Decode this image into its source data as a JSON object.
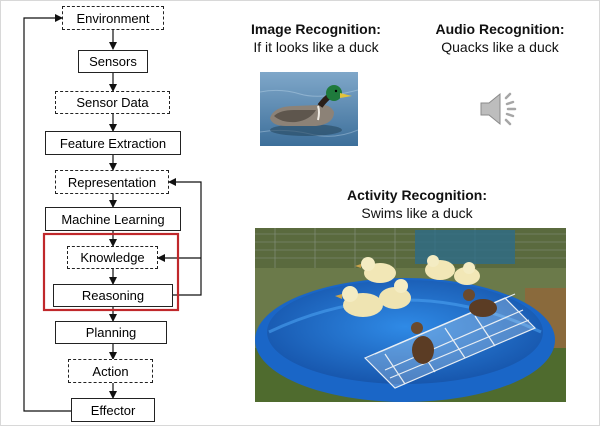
{
  "flow": {
    "environment": "Environment",
    "sensors": "Sensors",
    "sensor_data": "Sensor Data",
    "feature_extraction": "Feature Extraction",
    "representation": "Representation",
    "machine_learning": "Machine Learning",
    "knowledge": "Knowledge",
    "reasoning": "Reasoning",
    "planning": "Planning",
    "action": "Action",
    "effector": "Effector"
  },
  "panels": {
    "image": {
      "title": "Image Recognition:",
      "subtitle": "If it looks like a duck",
      "icon": "duck-photo"
    },
    "audio": {
      "title": "Audio Recognition:",
      "subtitle": "Quacks like a duck",
      "icon": "speaker-icon"
    },
    "activity": {
      "title": "Activity Recognition:",
      "subtitle": "Swims like a duck",
      "icon": "ducklings-pool-photo"
    }
  },
  "colors": {
    "highlight": "#c0282b",
    "duck_head": "#1f7a3c",
    "pool": "#1a66c7",
    "duckling": "#f2e7b6"
  }
}
